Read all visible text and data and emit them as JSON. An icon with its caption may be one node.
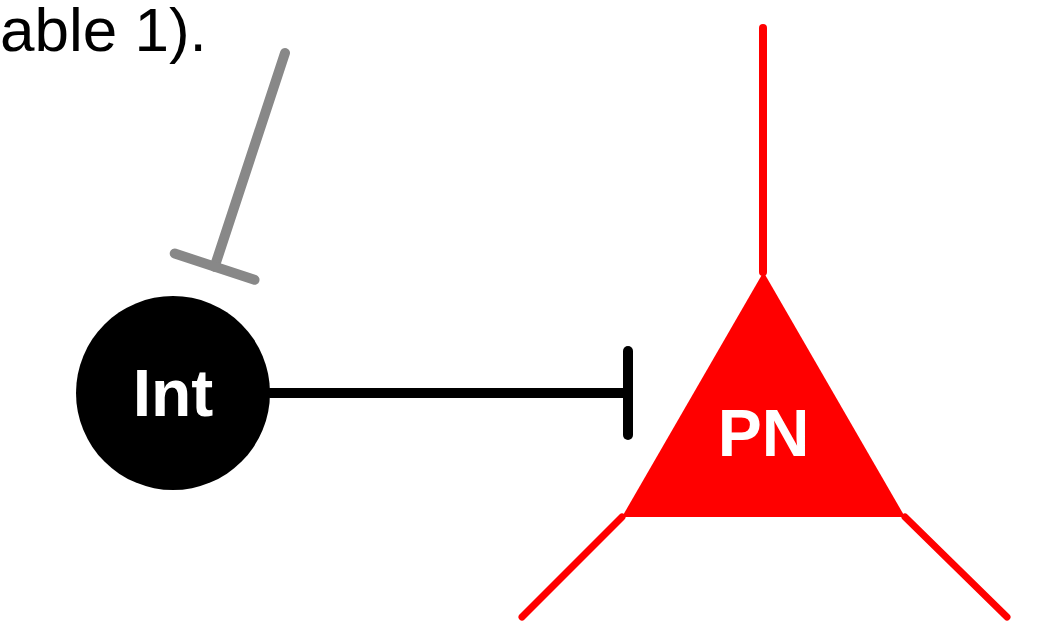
{
  "diagram": {
    "nodes": [
      {
        "text": [
          "Int"
        ]
      },
      {
        "text": [
          "PN"
        ]
      }
    ],
    "edges": [
      {
        "from": null,
        "to": 0,
        "arrow": "other",
        "color": "#888888"
      },
      {
        "from": 0,
        "to": 1,
        "arrow": "other",
        "color": "#000000"
      }
    ],
    "labels": [
      "able 1)."
    ]
  }
}
